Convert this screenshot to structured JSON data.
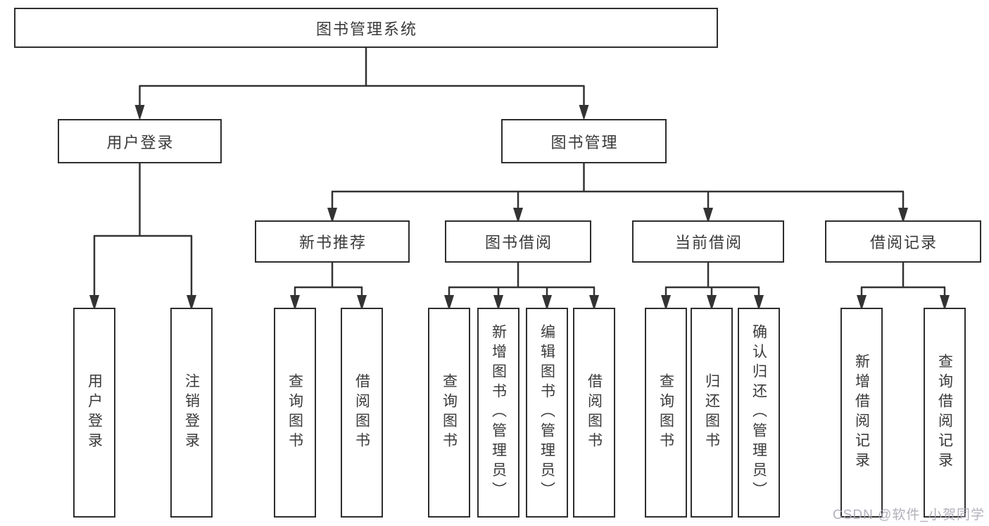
{
  "tree": {
    "root": "图书管理系统",
    "level2": [
      {
        "label": "用户登录",
        "leaves": [
          "用户登录",
          "注销登录"
        ]
      },
      {
        "label": "图书管理",
        "groups": [
          {
            "label": "新书推荐",
            "leaves": [
              "查询图书",
              "借阅图书"
            ]
          },
          {
            "label": "图书借阅",
            "leaves": [
              "查询图书",
              "新增图书（管理员）",
              "编辑图书（管理员）",
              "借阅图书"
            ]
          },
          {
            "label": "当前借阅",
            "leaves": [
              "查询图书",
              "归还图书",
              "确认归还（管理员）"
            ]
          },
          {
            "label": "借阅记录",
            "leaves": [
              "新增借阅记录",
              "查询借阅记录"
            ]
          }
        ]
      }
    ]
  },
  "watermark": "CSDN @软件_小贺同学",
  "colors": {
    "line": "#333333",
    "box_border": "#2e2e2e",
    "text": "#3a3a3a",
    "watermark": "#a8a8b4"
  }
}
